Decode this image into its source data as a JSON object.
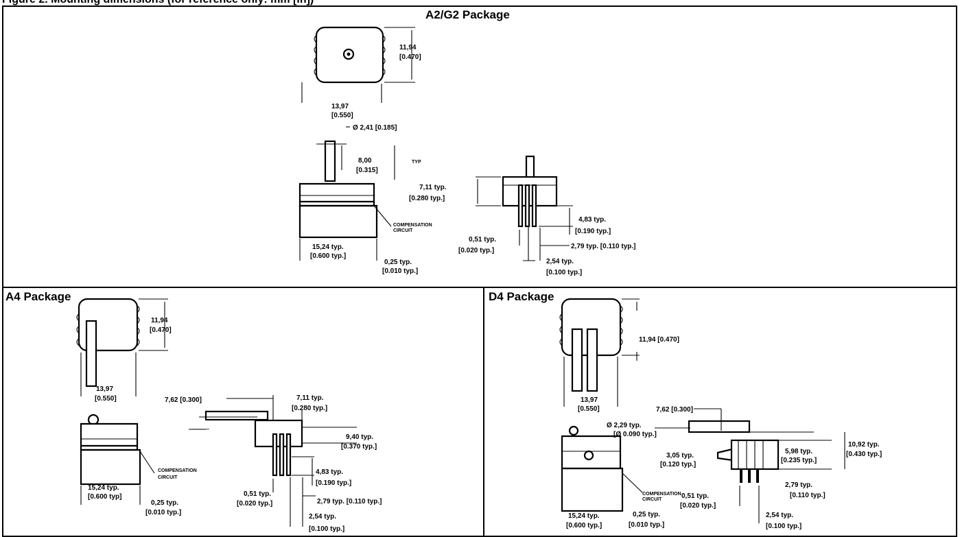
{
  "caption": "Figure 2. Mounting dimensions (for reference only: mm [in])",
  "packages": {
    "a2g2": {
      "title": "A2/G2 Package",
      "dims": {
        "height_mm": "11,94",
        "height_in": "[0.470]",
        "width_mm": "13,97",
        "width_in": "[0.550]",
        "port_dia": "Ø 2,41 [0.185]",
        "port_len_mm": "8,00",
        "port_len_in": "[0.315]",
        "typ": "TYP",
        "comp_line1": "COMPENSATION",
        "comp_line2": "CIRCUIT",
        "body_w_mm": "15,24 typ.",
        "body_w_in": "[0.600 typ.]",
        "base_mm": "0,25 typ.",
        "base_in": "[0.010 typ.]",
        "pin_h_mm": "7,11 typ.",
        "pin_h_in": "[0.280 typ.]",
        "pin_dia_mm": "0,51 typ.",
        "pin_dia_in": "[0.020 typ.]",
        "pin_len_mm": "4,83 typ.",
        "pin_len_in": "[0.190 typ.]",
        "pin_off": "2,79 typ. [0.110 typ.]",
        "pitch_mm": "2,54 typ.",
        "pitch_in": "[0.100 typ.]"
      }
    },
    "a4": {
      "title": "A4 Package",
      "dims": {
        "height_mm": "11,94",
        "height_in": "[0.470]",
        "width_mm": "13,97",
        "width_in": "[0.550]",
        "port_off": "7,62 [0.300]",
        "pin_h_mm": "7,11 typ.",
        "pin_h_in": "[0.280 typ.]",
        "side_mm": "9,40 typ.",
        "side_in": "[0.370 typ.]",
        "comp_line1": "COMPENSATION",
        "comp_line2": "CIRCUIT",
        "body_w_mm": "15,24 typ.",
        "body_w_in": "[0.600 typ]",
        "pin_dia_mm": "0,51 typ.",
        "pin_dia_in": "[0.020 typ.]",
        "pin_len_mm": "4,83 typ.",
        "pin_len_in": "[0.190 typ.]",
        "base_mm": "0,25 typ.",
        "base_in": "[0.010 typ.]",
        "pin_off": "2,79 typ. [0.110 typ.]",
        "pitch_mm": "2,54 typ.",
        "pitch_in": "[0.100 typ.]"
      }
    },
    "d4": {
      "title": "D4 Package",
      "dims": {
        "height": "11,94 [0.470]",
        "width_mm": "13,97",
        "width_in": "[0.550]",
        "port_off": "7,62 [0.300]",
        "port_dia_mm": "Ø 2,29 typ.",
        "port_dia_in": "[Ø 0.090 typ.]",
        "right_mm": "5,98 typ.",
        "right_in": "[0.235 typ.]",
        "total_mm": "10,92 typ.",
        "total_in": "[0.430 typ.]",
        "mid_mm": "3,05 typ.",
        "mid_in": "[0.120 typ.]",
        "pin_off_mm": "2,79 typ.",
        "pin_off_in": "[0.110 typ.]",
        "comp_line1": "COMPENSATION",
        "comp_line2": "CIRCUIT",
        "pin_dia_mm": "0,51 typ.",
        "pin_dia_in": "[0.020 typ.]",
        "body_w_mm": "15,24 typ.",
        "body_w_in": "[0.600 typ.]",
        "base_mm": "0,25 typ.",
        "base_in": "[0.010 typ.]",
        "pitch_mm": "2,54 typ.",
        "pitch_in": "[0.100 typ.]"
      }
    }
  }
}
